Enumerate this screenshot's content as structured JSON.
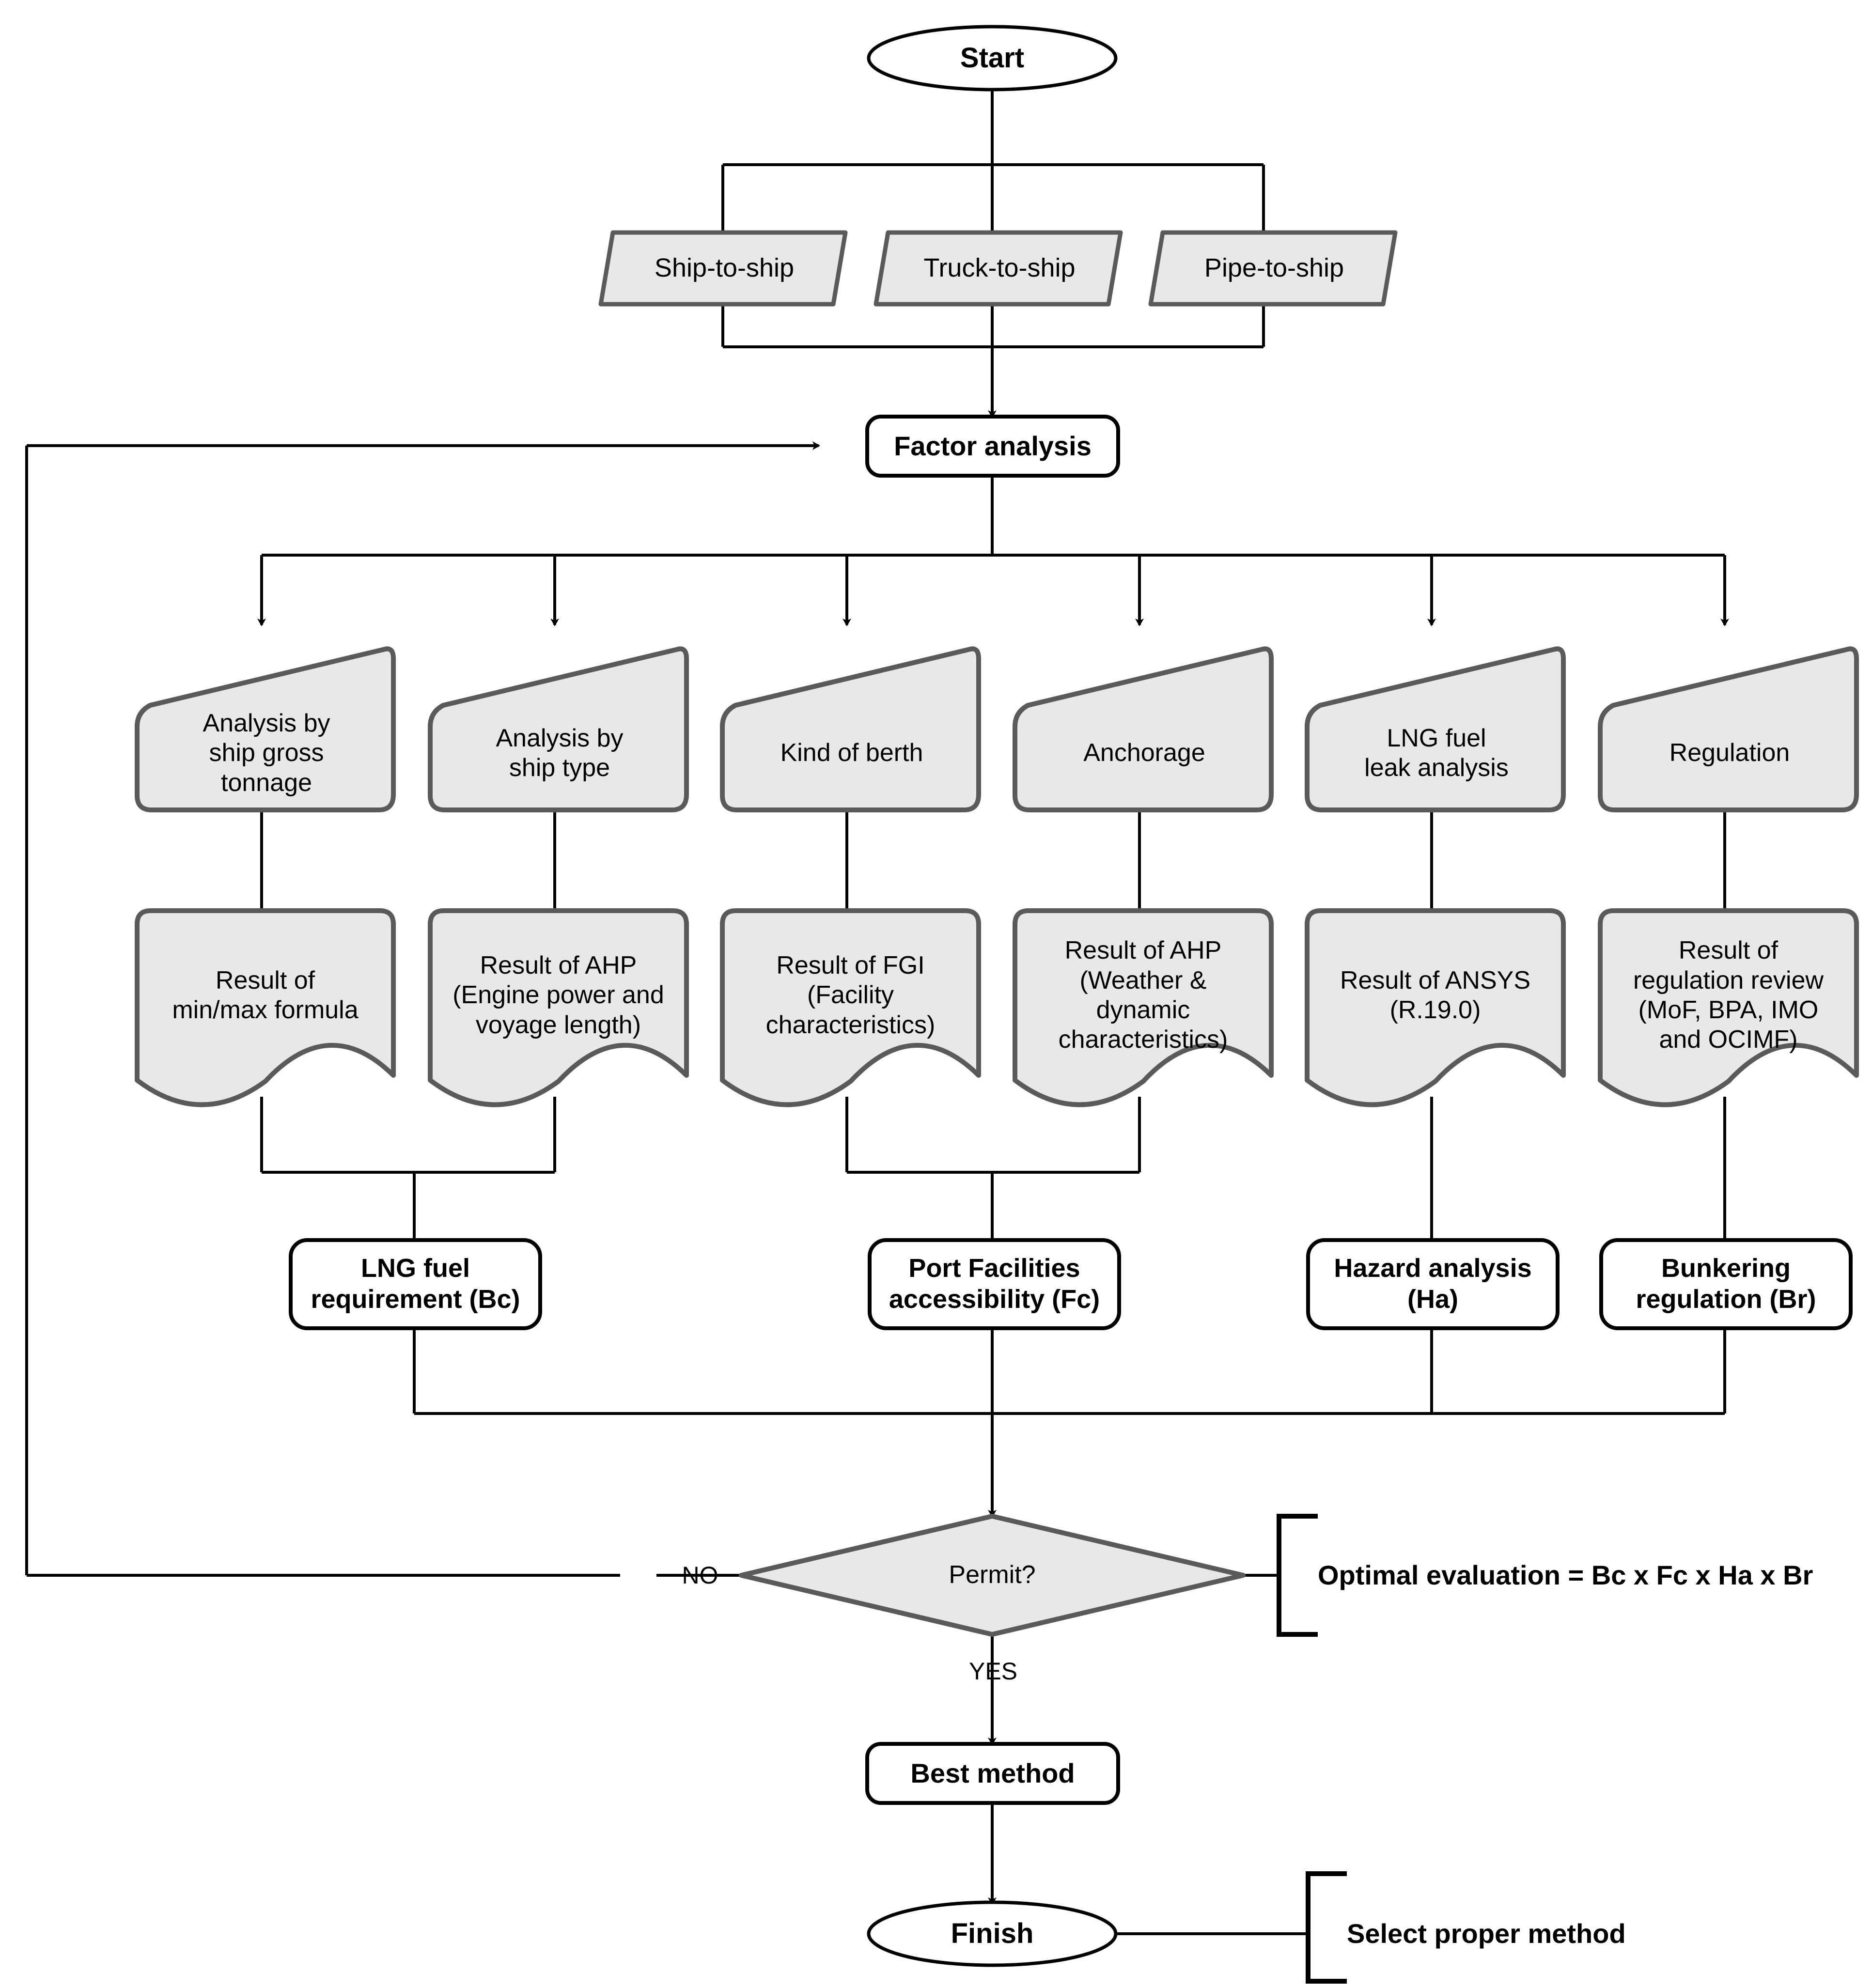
{
  "diagram": {
    "title": "LNG bunkering method selection flowchart",
    "colors": {
      "shape_fill": "#e8e8e8",
      "shape_stroke": "#5a5a5a",
      "line": "#000000",
      "text": "#000000",
      "background": "#ffffff"
    },
    "start": {
      "label": "Start"
    },
    "bunkering_methods": [
      {
        "label": "Ship-to-ship"
      },
      {
        "label": "Truck-to-ship"
      },
      {
        "label": "Pipe-to-ship"
      }
    ],
    "factor_analysis": {
      "label": "Factor analysis"
    },
    "factors": [
      {
        "label": "Analysis by\nship gross\ntonnage"
      },
      {
        "label": "Analysis by\nship type"
      },
      {
        "label": "Kind of berth"
      },
      {
        "label": "Anchorage"
      },
      {
        "label": "LNG fuel\nleak analysis"
      },
      {
        "label": "Regulation"
      }
    ],
    "results": [
      {
        "label": "Result of\nmin/max formula"
      },
      {
        "label": "Result of AHP\n(Engine power and\nvoyage length)"
      },
      {
        "label": "Result of FGI\n(Facility\ncharacteristics)"
      },
      {
        "label": "Result of AHP\n(Weather &\ndynamic\ncharacteristics)"
      },
      {
        "label": "Result of ANSYS\n(R.19.0)"
      },
      {
        "label": "Result of\nregulation review\n(MoF, BPA, IMO\nand OCIMF)"
      }
    ],
    "outputs": [
      {
        "label": "LNG fuel\nrequirement (Bc)"
      },
      {
        "label": "Port Facilities\naccessibility (Fc)"
      },
      {
        "label": "Hazard analysis\n(Ha)"
      },
      {
        "label": "Bunkering\nregulation (Br)"
      }
    ],
    "decision": {
      "label": "Permit?"
    },
    "edge_labels": {
      "no": "NO",
      "yes": "YES"
    },
    "annotations": [
      {
        "label": "Optimal evaluation = Bc x Fc x Ha x Br"
      },
      {
        "label": "Select proper method"
      }
    ],
    "best_method": {
      "label": "Best method"
    },
    "finish": {
      "label": "Finish"
    }
  }
}
